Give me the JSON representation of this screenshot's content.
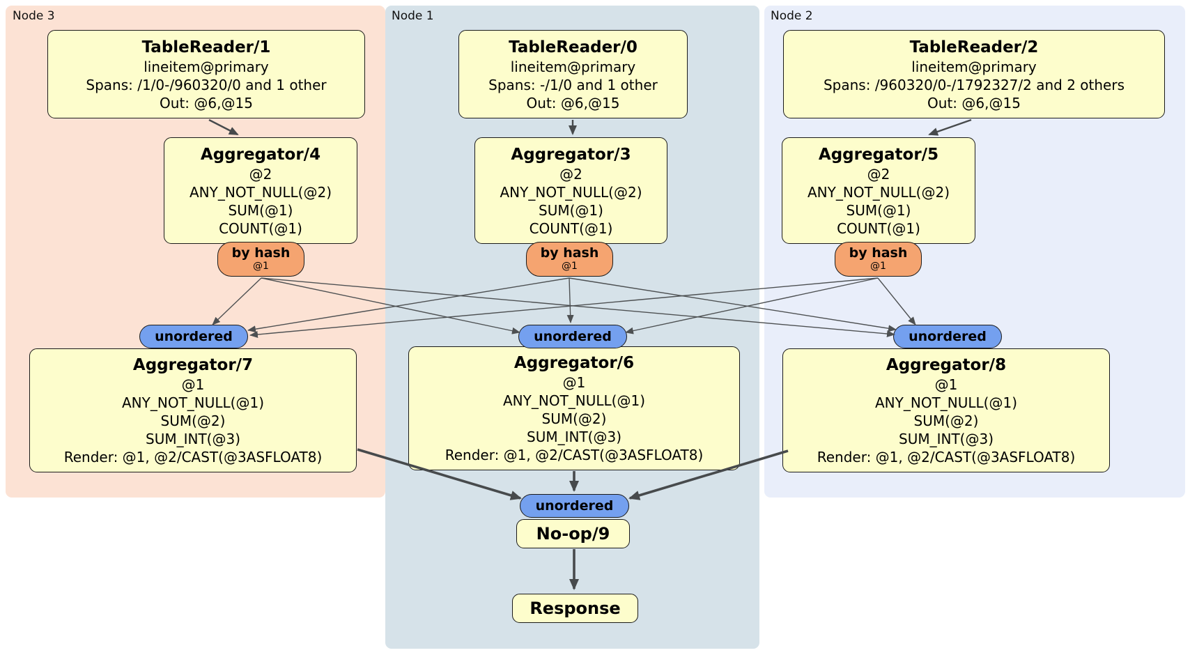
{
  "colors": {
    "page_bg": "#ffffff",
    "node3_bg": "#fce2d4",
    "node1_bg": "#d6e2e9",
    "node2_bg": "#e9eefa",
    "box_bg": "#fdfdcc",
    "box_border": "#1a1a1a",
    "router_bg": "#f5a470",
    "stream_bg": "#74a0ef",
    "edge_thin": "#4d5052",
    "edge_thick": "#474a4c"
  },
  "groups": {
    "node3": {
      "label": "Node 3",
      "tablereader": {
        "title": "TableReader/1",
        "lines": [
          "lineitem@primary",
          "Spans: /1/0-/960320/0 and 1 other",
          "Out: @6,@15"
        ]
      },
      "stage1_agg": {
        "title": "Aggregator/4",
        "lines": [
          "@2",
          "ANY_NOT_NULL(@2)",
          "SUM(@1)",
          "COUNT(@1)"
        ]
      },
      "router": {
        "label": "by hash",
        "detail": "@1"
      },
      "stream": {
        "label": "unordered"
      },
      "stage2_agg": {
        "title": "Aggregator/7",
        "lines": [
          "@1",
          "ANY_NOT_NULL(@1)",
          "SUM(@2)",
          "SUM_INT(@3)",
          "Render: @1, @2/CAST(@3ASFLOAT8)"
        ]
      }
    },
    "node1": {
      "label": "Node 1",
      "tablereader": {
        "title": "TableReader/0",
        "lines": [
          "lineitem@primary",
          "Spans: -/1/0 and 1 other",
          "Out: @6,@15"
        ]
      },
      "stage1_agg": {
        "title": "Aggregator/3",
        "lines": [
          "@2",
          "ANY_NOT_NULL(@2)",
          "SUM(@1)",
          "COUNT(@1)"
        ]
      },
      "router": {
        "label": "by hash",
        "detail": "@1"
      },
      "stream": {
        "label": "unordered"
      },
      "stage2_agg": {
        "title": "Aggregator/6",
        "lines": [
          "@1",
          "ANY_NOT_NULL(@1)",
          "SUM(@2)",
          "SUM_INT(@3)",
          "Render: @1, @2/CAST(@3ASFLOAT8)"
        ]
      },
      "final_stream": {
        "label": "unordered"
      },
      "noop": {
        "title": "No-op/9"
      },
      "response": {
        "title": "Response"
      }
    },
    "node2": {
      "label": "Node 2",
      "tablereader": {
        "title": "TableReader/2",
        "lines": [
          "lineitem@primary",
          "Spans: /960320/0-/1792327/2 and 2 others",
          "Out: @6,@15"
        ]
      },
      "stage1_agg": {
        "title": "Aggregator/5",
        "lines": [
          "@2",
          "ANY_NOT_NULL(@2)",
          "SUM(@1)",
          "COUNT(@1)"
        ]
      },
      "router": {
        "label": "by hash",
        "detail": "@1"
      },
      "stream": {
        "label": "unordered"
      },
      "stage2_agg": {
        "title": "Aggregator/8",
        "lines": [
          "@1",
          "ANY_NOT_NULL(@1)",
          "SUM(@2)",
          "SUM_INT(@3)",
          "Render: @1, @2/CAST(@3ASFLOAT8)"
        ]
      }
    }
  }
}
